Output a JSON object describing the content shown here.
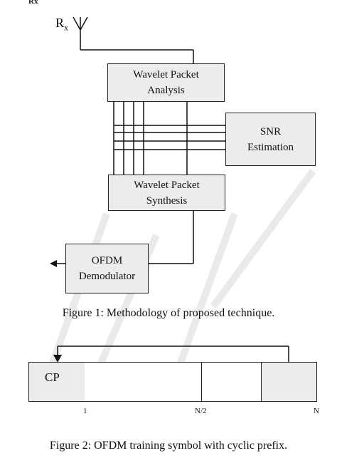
{
  "header_fragment": "Rx",
  "receiver_label": {
    "main": "R",
    "sub": "x"
  },
  "figure1": {
    "boxes": {
      "wpa": [
        "Wavelet Packet",
        "Analysis"
      ],
      "snr": [
        "SNR",
        "Estimation"
      ],
      "wps": [
        "Wavelet Packet",
        "Synthesis"
      ],
      "ofdm": [
        "OFDM",
        "Demodulator"
      ]
    },
    "caption": "Figure 1: Methodology of proposed technique."
  },
  "figure2": {
    "cp_label": "CP",
    "ticks": [
      "1",
      "N/2",
      "N"
    ],
    "caption": "Figure 2: OFDM training symbol with cyclic prefix."
  }
}
